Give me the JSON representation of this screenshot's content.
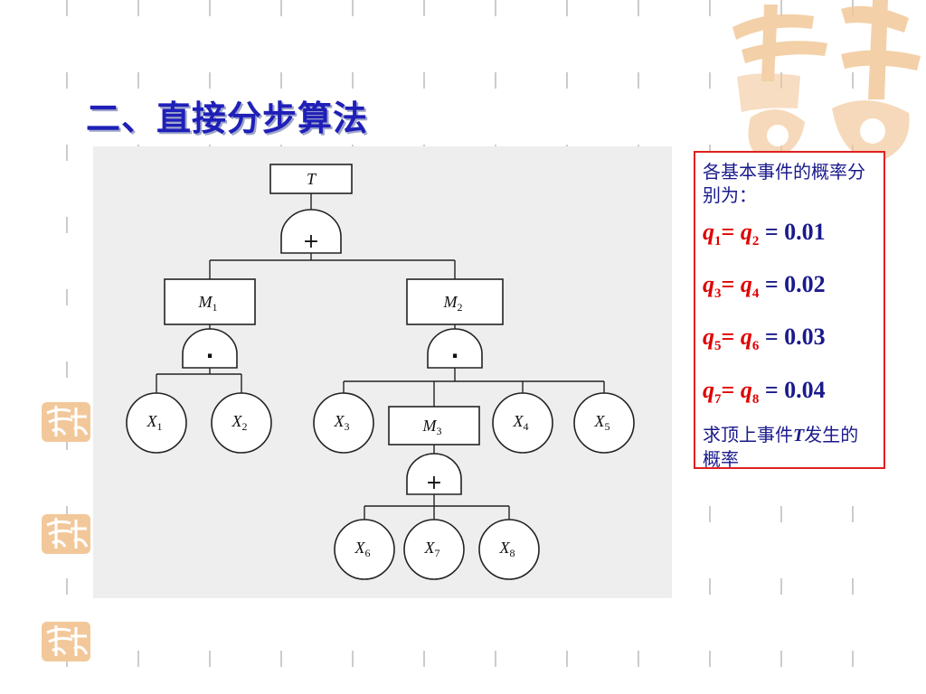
{
  "title": "二、直接分步算法",
  "fault_tree": {
    "top": {
      "letter": "T"
    },
    "gate_top": {
      "symbol": "+"
    },
    "m1": {
      "letter": "M",
      "sub": "1"
    },
    "m2": {
      "letter": "M",
      "sub": "2"
    },
    "m3": {
      "letter": "M",
      "sub": "3"
    },
    "gate_m1": {
      "symbol": "·"
    },
    "gate_m2": {
      "symbol": "·"
    },
    "gate_m3": {
      "symbol": "+"
    },
    "x1": {
      "letter": "X",
      "sub": "1"
    },
    "x2": {
      "letter": "X",
      "sub": "2"
    },
    "x3": {
      "letter": "X",
      "sub": "3"
    },
    "x4": {
      "letter": "X",
      "sub": "4"
    },
    "x5": {
      "letter": "X",
      "sub": "5"
    },
    "x6": {
      "letter": "X",
      "sub": "6"
    },
    "x7": {
      "letter": "X",
      "sub": "7"
    },
    "x8": {
      "letter": "X",
      "sub": "8"
    }
  },
  "info": {
    "intro": "各基本事件的概率分别为：",
    "eq1": {
      "a": "q",
      "a_sub": "1",
      "b": "q",
      "b_sub": "2",
      "value": "0.01"
    },
    "eq2": {
      "a": "q",
      "a_sub": "3",
      "b": "q",
      "b_sub": "4",
      "value": "0.02"
    },
    "eq3": {
      "a": "q",
      "a_sub": "5",
      "b": "q",
      "b_sub": "6",
      "value": "0.03"
    },
    "eq4": {
      "a": "q",
      "a_sub": "7",
      "b": "q",
      "b_sub": "8",
      "value": "0.04"
    },
    "question_before": "求顶上事件",
    "question_var": "T",
    "question_after": "发生的概率"
  },
  "colors": {
    "title": "#1f1fb8",
    "accent_red": "#e00000",
    "box_border": "#e02020",
    "text_navy": "#1a1a8c"
  },
  "decorations": [
    "auspicious-seal-large",
    "auspicious-seal-small"
  ]
}
